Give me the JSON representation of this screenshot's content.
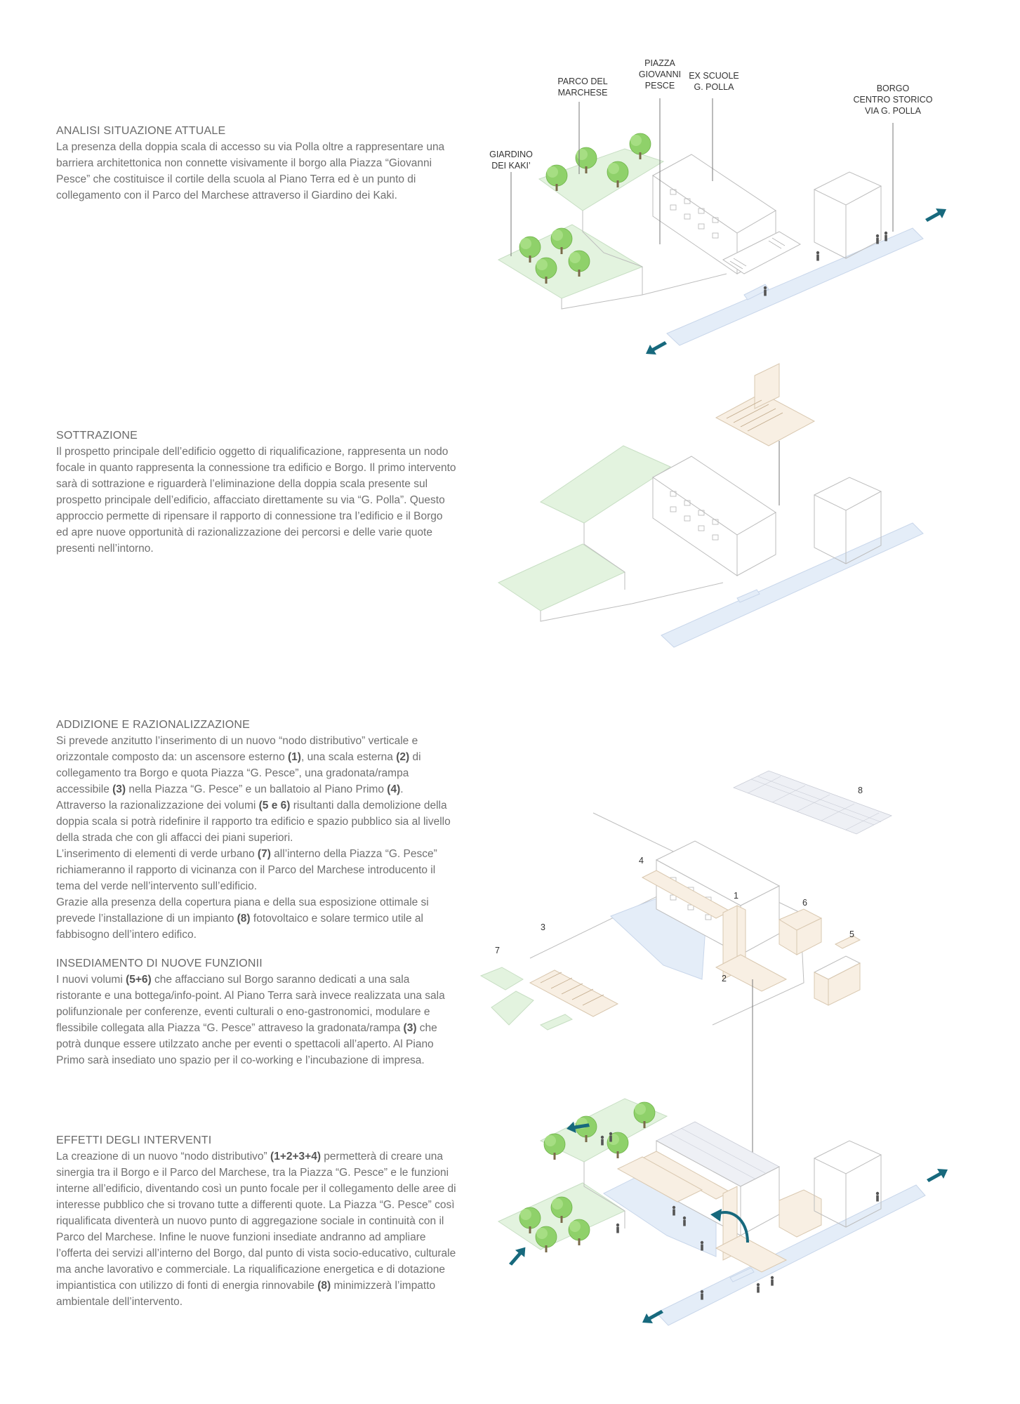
{
  "sections": {
    "analisi": {
      "title": "ANALISI SITUAZIONE ATTUALE",
      "body": "La presenza della doppia scala di accesso su via Polla oltre a rappresentare una barriera architettonica non connette visivamente il borgo alla Piazza “Giovanni Pesce” che costituisce il cortile della scuola al Piano Terra ed è un punto di collegamento con il Parco del Marchese attraverso il Giardino dei Kaki."
    },
    "sottrazione": {
      "title": "SOTTRAZIONE",
      "body": "Il prospetto principale dell’edificio oggetto di riqualificazione, rappresenta un nodo focale in quanto rappresenta la connessione tra edificio e Borgo. Il primo intervento sarà di sottrazione e riguarderà l’eliminazione della doppia scala presente sul prospetto principale dell’edificio, affacciato direttamente su via “G. Polla”. Questo approccio permette di ripensare il rapporto di connessione tra l’edificio e il Borgo ed apre nuove opportunità di razionalizzazione dei percorsi e delle varie quote presenti nell’intorno."
    },
    "addizione": {
      "title": "ADDIZIONE E RAZIONALIZZAZIONE",
      "p1a": "Si prevede anzitutto l’inserimento di un nuovo “nodo distributivo” verticale e orizzontale composto da: un ascensore esterno ",
      "p1b": "(1)",
      "p1c": ", una scala esterna ",
      "p1d": "(2)",
      "p1e": " di collegamento tra Borgo e quota Piazza “G. Pesce”, una gradonata/rampa accessibile ",
      "p1f": "(3)",
      "p1g": " nella Piazza “G. Pesce” e un ballatoio al Piano Primo ",
      "p1h": "(4)",
      "p1i": ".",
      "p2a": "Attraverso la razionalizzazione dei volumi ",
      "p2b": "(5 e 6)",
      "p2c": " risultanti dalla demolizione della doppia scala si potrà ridefinire il rapporto tra edificio e spazio pubblico sia al livello della strada che con gli affacci dei piani superiori.",
      "p3a": "L’inserimento di elementi di verde urbano ",
      "p3b": "(7)",
      "p3c": " all’interno della Piazza “G. Pesce” richiameranno il rapporto di vicinanza con il Parco del Marchese introducento il tema del verde nell’intervento sull’edificio.",
      "p4a": "Grazie alla presenza della copertura piana e della sua esposizione ottimale si prevede l’installazione di un impianto ",
      "p4b": "(8)",
      "p4c": " fotovoltaico e solare termico utile al fabbisogno dell’intero edifico."
    },
    "insediamento": {
      "title": "INSEDIAMENTO DI NUOVE FUNZIONII",
      "p1a": "I nuovi volumi ",
      "p1b": "(5+6)",
      "p1c": " che affacciano sul Borgo saranno dedicati a una sala ristorante e una bottega/info-point. Al Piano Terra sarà invece realizzata una sala polifunzionale per conferenze, eventi culturali o eno-gastronomici, modulare e flessibile collegata alla Piazza “G. Pesce” attraveso la gradonata/rampa ",
      "p1d": "(3)",
      "p1e": " che potrà dunque essere utilzzato anche per eventi o spettacoli all’aperto. Al Piano Primo sarà insediato uno spazio per il co-working e l’incubazione di impresa."
    },
    "effetti": {
      "title": "EFFETTI DEGLI INTERVENTI",
      "p1a": "La creazione di un nuovo “nodo distributivo” ",
      "p1b": "(1+2+3+4)",
      "p1c": " permetterà di creare una sinergia tra il Borgo e il Parco del Marchese, tra la Piazza “G. Pesce” e le funzioni interne all’edificio, diventando così un punto focale per il collegamento delle aree di interesse pubblico che si trovano tutte a differenti quote. La Piazza “G. Pesce” così riqualificata diventerà un nuovo punto di aggregazione sociale in continuità con il Parco del Marchese. Infine le nuove funzioni insediate andranno ad ampliare l’offerta dei servizi all’interno del Borgo, dal punto di vista socio-educativo, culturale ma anche lavorativo e commerciale. La riqualificazione energetica e di dotazione impiantistica con utilizzo di fonti di energia rinnovabile ",
      "p1d": "(8)",
      "p1e": " minimizzerà l’impatto ambientale dell’intervento."
    }
  },
  "labels": {
    "parco_l1": "PARCO DEL",
    "parco_l2": "MARCHESE",
    "piazza_l1": "PIAZZA",
    "piazza_l2": "GIOVANNI",
    "piazza_l3": "PESCE",
    "scuole_l1": "EX SCUOLE",
    "scuole_l2": "G. POLLA",
    "borgo_l1": "BORGO",
    "borgo_l2": "CENTRO STORICO",
    "borgo_l3": "VIA G. POLLA",
    "giardino_l1": "GIARDINO",
    "giardino_l2": "DEI KAKI’"
  },
  "numbers": {
    "n1": "1",
    "n2": "2",
    "n3": "3",
    "n4": "4",
    "n5": "5",
    "n6": "6",
    "n7": "7",
    "n8": "8"
  },
  "colors": {
    "accent_arrow": "#17697d",
    "grass": "#e3f3df",
    "road": "#e4edf8",
    "tree": "#8fd16a"
  }
}
